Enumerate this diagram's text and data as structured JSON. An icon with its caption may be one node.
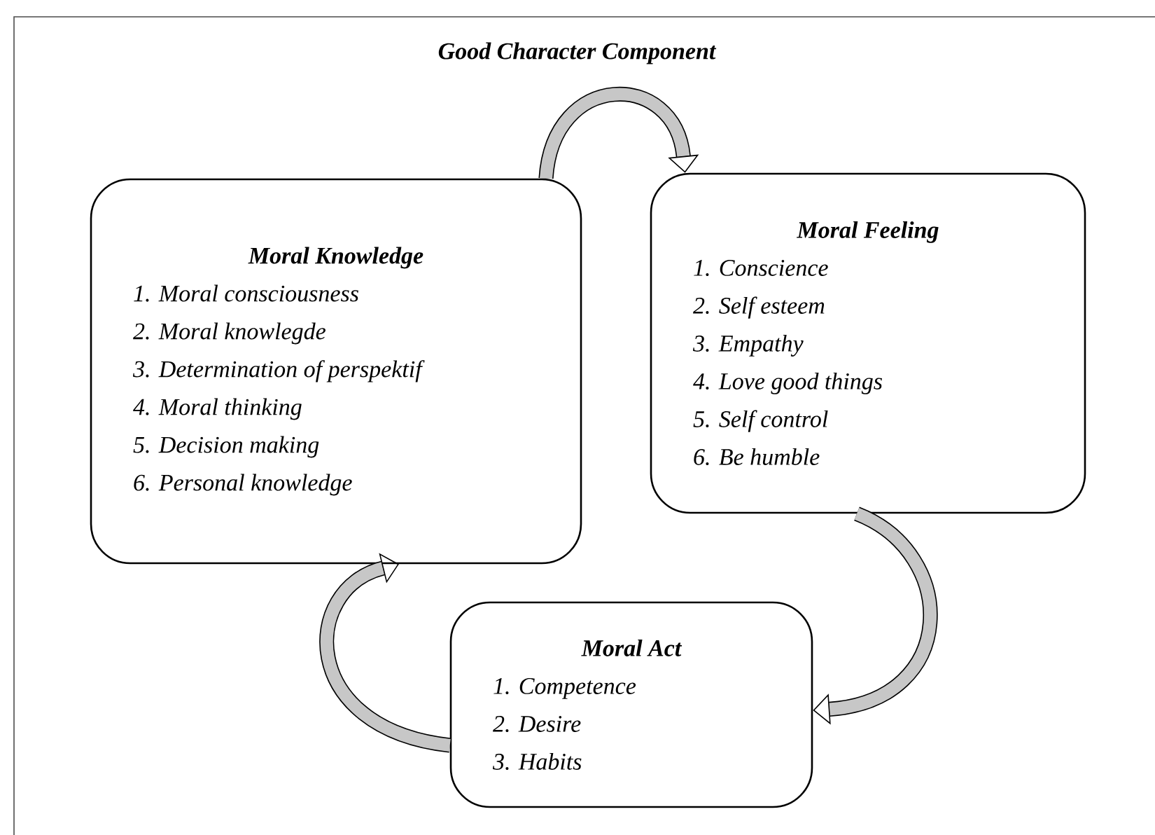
{
  "diagram": {
    "title": "Good Character Component",
    "nodes": [
      {
        "text": [
          "Moral Knowledge",
          "1. Moral consciousness",
          "2. Moral knowlegde",
          "3. Determination of perspektif",
          "4. Moral thinking",
          "5. Decision making",
          "6. Personal knowledge"
        ]
      },
      {
        "text": [
          "Moral Feeling",
          "1. Conscience",
          "2. Self esteem",
          "3. Empathy",
          "4. Love good things",
          "5. Self control",
          "6. Be humble"
        ]
      },
      {
        "text": [
          "Moral Act",
          "1. Competence",
          "2. Desire",
          "3. Habits"
        ]
      }
    ],
    "edges": [
      {
        "from": 0,
        "to": 1,
        "arrow": "to"
      },
      {
        "from": 1,
        "to": 2,
        "arrow": "to"
      },
      {
        "from": 2,
        "to": 0,
        "arrow": "to"
      }
    ]
  }
}
